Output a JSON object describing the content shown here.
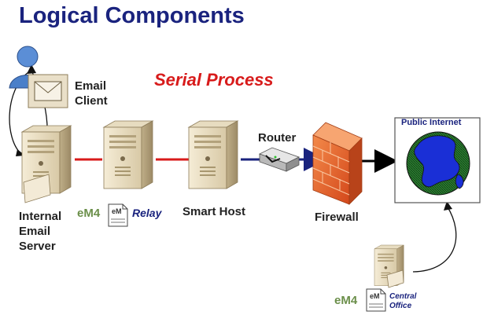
{
  "title": "Logical Components",
  "subtitle": "Serial Process",
  "nodes": {
    "email_client": "Email\nClient",
    "internal_server": "Internal\nEmail\nServer",
    "relay_em4": "eM4",
    "relay_label": "Relay",
    "smart_host": "Smart Host",
    "router": "Router",
    "firewall": "Firewall",
    "public_internet": "Public Internet",
    "central_em4": "eM4",
    "central_office": "Central\nOffice"
  },
  "doc_icon_text": "eM",
  "icons": [
    "user-icon",
    "envelope-icon",
    "server-icon",
    "router-icon",
    "firewall-icon",
    "globe-icon",
    "document-icon"
  ],
  "colors": {
    "title": "#1a237e",
    "subtitle": "#d81b1b",
    "link_red": "#d81b1b",
    "link_navy": "#1a237e",
    "firewall": "#e8602c",
    "globe_water": "#2e7d32",
    "globe_land": "#1a2fd6",
    "em4_green": "#6b8f4a"
  }
}
